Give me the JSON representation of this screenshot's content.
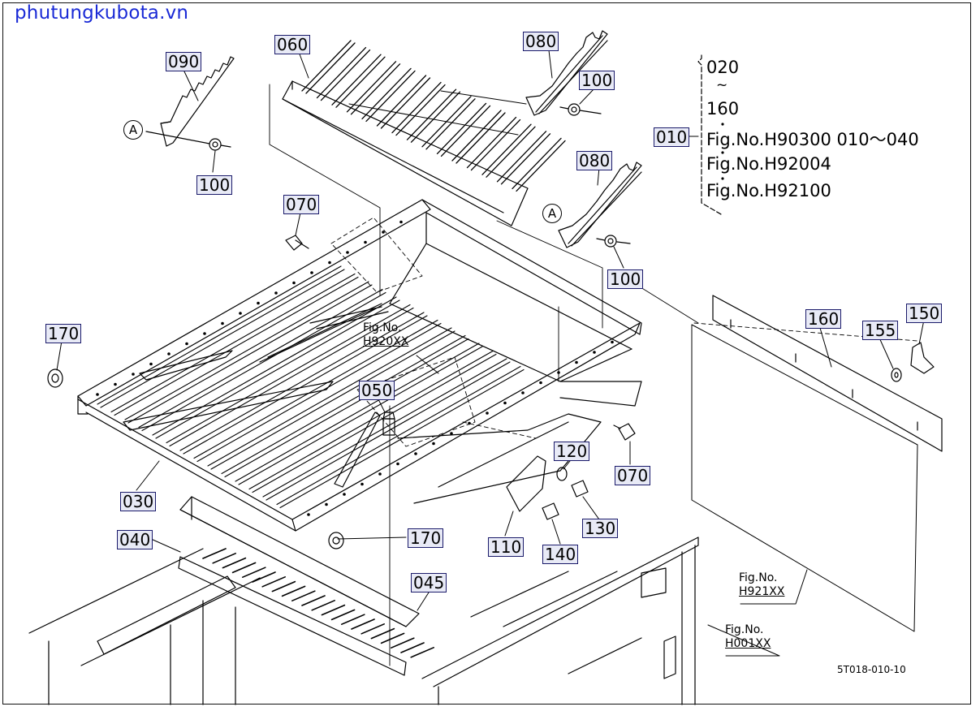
{
  "watermark": "phutungkubota.vn",
  "drawing_number": "5T018-010-10",
  "callouts": {
    "p090": "090",
    "p100a": "100",
    "p060": "060",
    "p080a": "080",
    "p100b": "100",
    "p080b": "080",
    "p100c": "100",
    "p070a": "070",
    "p170a": "170",
    "p050": "050",
    "p030": "030",
    "p040": "040",
    "p170b": "170",
    "p045": "045",
    "p120": "120",
    "p070b": "070",
    "p130": "130",
    "p110": "110",
    "p140": "140",
    "p160": "160",
    "p155": "155",
    "p150": "150",
    "p010": "010"
  },
  "marker_a": "A",
  "bracket_note": {
    "line1": "020",
    "line2": "~",
    "line3": "160",
    "line4": "Fig.No.H90300  010～040",
    "line5": "Fig.No.H92004",
    "line6": "Fig.No.H92100"
  },
  "fig_refs": {
    "h920_l1": "Fig.No.",
    "h920_l2": "H920XX",
    "h921_l1": "Fig.No.",
    "h921_l2": "H921XX",
    "h001_l1": "Fig.No.",
    "h001_l2": "H001XX"
  }
}
